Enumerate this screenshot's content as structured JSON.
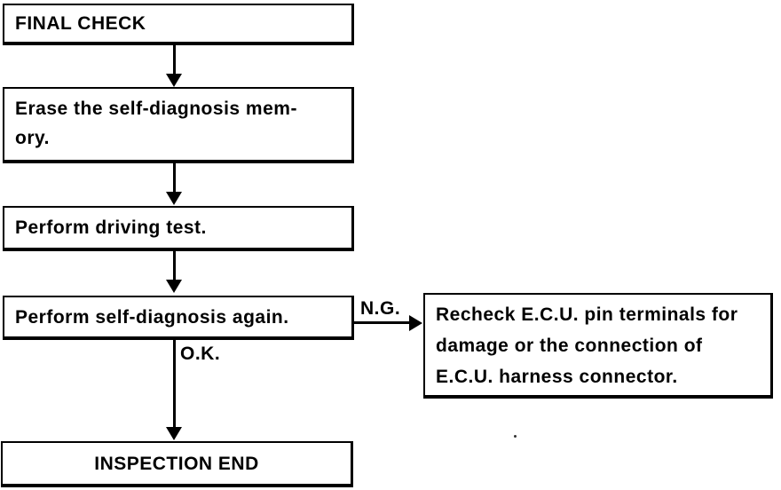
{
  "flowchart": {
    "nodes": {
      "final_check": {
        "label": "FINAL CHECK"
      },
      "erase_memory": {
        "lines": [
          "Erase the self-diagnosis mem-",
          "ory."
        ]
      },
      "driving_test": {
        "label": "Perform driving test."
      },
      "self_diagnosis_again": {
        "label": "Perform self-diagnosis again."
      },
      "recheck_ecu": {
        "lines": [
          "Recheck E.C.U. pin terminals for",
          "damage or the connection of",
          "E.C.U. harness connector."
        ]
      },
      "inspection_end": {
        "label": "INSPECTION END"
      }
    },
    "edge_labels": {
      "ng": "N.G.",
      "ok": "O.K."
    },
    "colors": {
      "line": "#000000",
      "background": "#ffffff"
    }
  }
}
